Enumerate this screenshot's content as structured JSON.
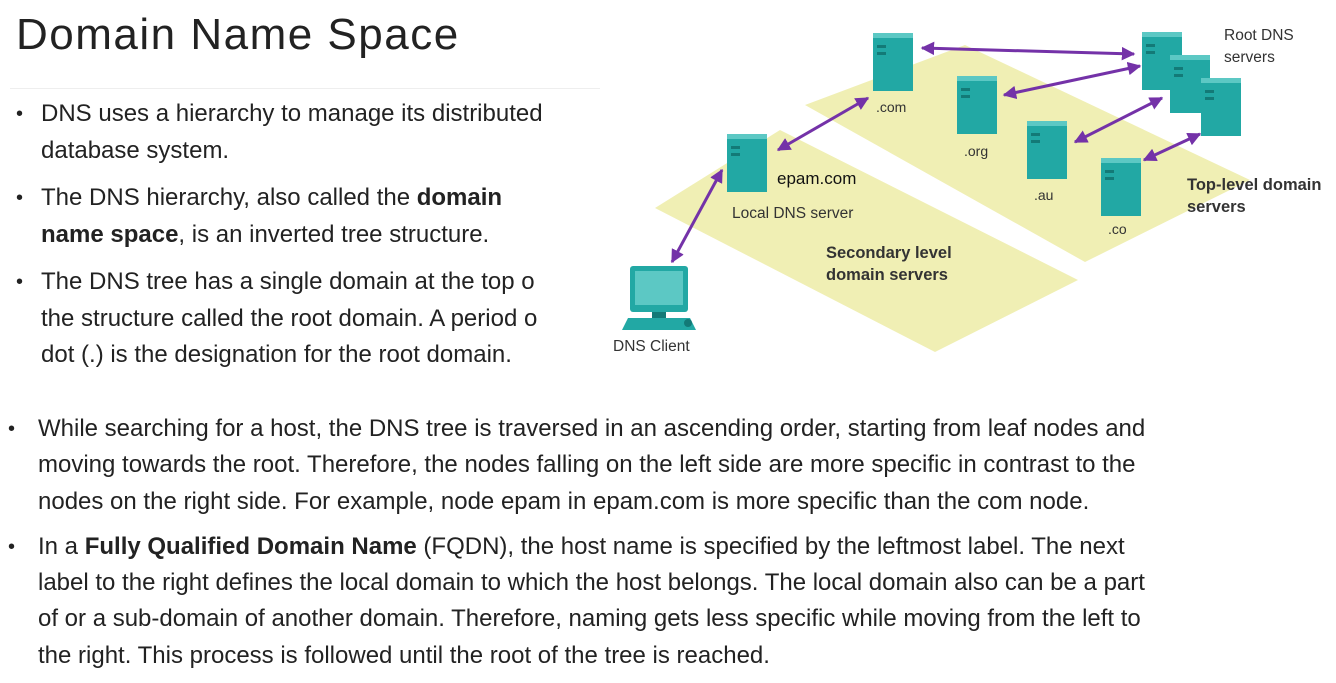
{
  "title": "Domain Name Space",
  "top_bullets": [
    {
      "lines": [
        "DNS uses a hierarchy to manage its distributed",
        "database system."
      ]
    },
    {
      "lines": [
        [
          {
            "t": "The DNS hierarchy, also called the "
          },
          {
            "t": "domain",
            "b": true
          }
        ],
        [
          {
            "t": "name space",
            "b": true
          },
          {
            "t": ", is an inverted tree structure."
          }
        ]
      ]
    },
    {
      "lines": [
        "The DNS tree has a single domain at the top o",
        "the structure called the root domain. A period o",
        "dot (.) is the designation for the root domain."
      ]
    }
  ],
  "bottom_bullets": [
    {
      "lines": [
        "While searching for a host, the DNS tree is traversed in an ascending order, starting from leaf nodes and",
        "moving towards the root. Therefore, the nodes falling on the left side are more specific in contrast to the",
        "nodes on the right side. For example, node epam in epam.com is more specific than the com node."
      ]
    },
    {
      "lines": [
        [
          {
            "t": "In a "
          },
          {
            "t": "Fully Qualified Domain Name",
            "b": true
          },
          {
            "t": " (FQDN), the host name is specified by the leftmost label. The next"
          }
        ],
        "label to the right defines the local domain to which the host belongs. The local domain also can be a part",
        "of or a sub-domain of another domain. Therefore, naming gets less specific while moving from the left to",
        "the right. This process is followed until the root of the tree is reached."
      ]
    }
  ],
  "diagram": {
    "labels": {
      "root": [
        "Root DNS",
        "servers"
      ],
      "com": ".com",
      "org": ".org",
      "au": ".au",
      "co": ".co",
      "tld": [
        "Top-level domain",
        "servers"
      ],
      "epam": "epam.com",
      "local": "Local DNS server",
      "secondary": [
        "Secondary level",
        "domain  servers"
      ],
      "client": "DNS Client"
    },
    "colors": {
      "plane": "#f0efb4",
      "server": "#22a8a4",
      "server_light": "#5cc8c4",
      "server_dark": "#137a77",
      "arrow": "#7432a8",
      "label": "#333333"
    }
  }
}
